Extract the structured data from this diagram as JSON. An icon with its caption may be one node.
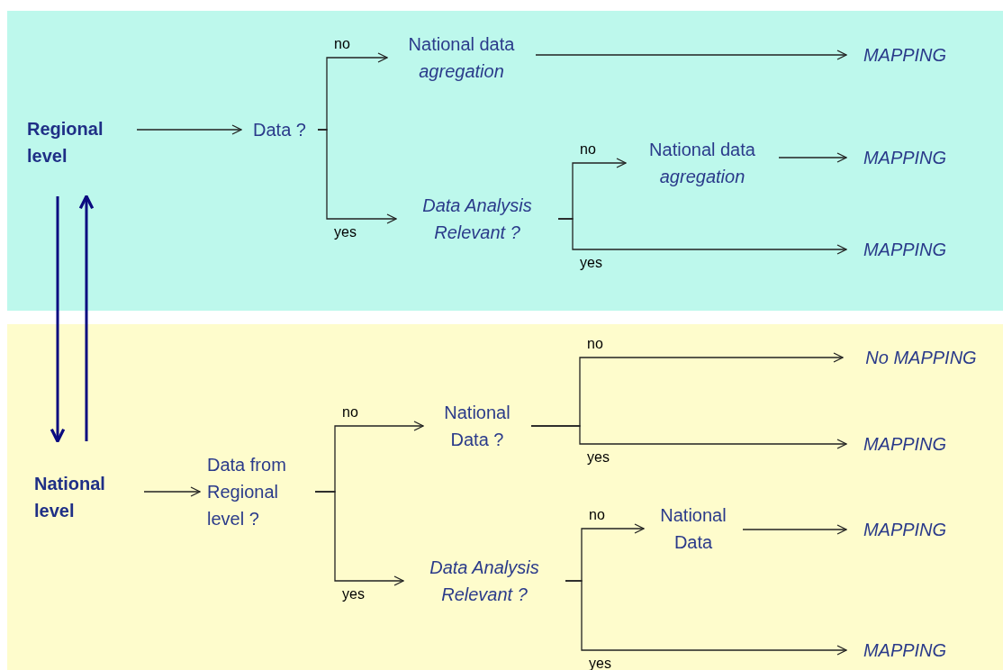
{
  "diagram": {
    "nodes": [
      {
        "text": [],
        "shape": "band"
      },
      {
        "text": [],
        "shape": "band"
      },
      {
        "text": [
          "Regional level"
        ],
        "in": 0
      },
      {
        "text": [
          "Data ?"
        ],
        "in": 0
      },
      {
        "text": [
          "National data *agregation*"
        ],
        "in": 0
      },
      {
        "text": [
          "Data Analysis Relevant ?"
        ],
        "in": 0
      },
      {
        "text": [
          "MAPPING"
        ],
        "in": 0
      },
      {
        "text": [
          "National data *agregation*"
        ],
        "in": 0
      },
      {
        "text": [
          "MAPPING"
        ],
        "in": 0
      },
      {
        "text": [
          "MAPPING"
        ],
        "in": 0
      },
      {
        "text": [
          "National level"
        ],
        "in": 1
      },
      {
        "text": [
          "Data from Regional level ?"
        ],
        "in": 1
      },
      {
        "text": [
          "National Data ?"
        ],
        "in": 1
      },
      {
        "text": [
          "Data Analysis Relevant ?"
        ],
        "in": 1
      },
      {
        "text": [
          "No MAPPING"
        ],
        "in": 1
      },
      {
        "text": [
          "MAPPING"
        ],
        "in": 1
      },
      {
        "text": [
          "National Data"
        ],
        "in": 1
      },
      {
        "text": [
          "MAPPING"
        ],
        "in": 1
      },
      {
        "text": [
          "MAPPING"
        ],
        "in": 1
      }
    ],
    "edges": [
      {
        "from": 2,
        "to": 3,
        "arrow": "to"
      },
      {
        "from": 3,
        "to": 4,
        "arrow": "to",
        "label": "no"
      },
      {
        "from": 3,
        "to": 5,
        "arrow": "to",
        "label": "yes"
      },
      {
        "from": 4,
        "to": 6,
        "arrow": "to"
      },
      {
        "from": 5,
        "to": 7,
        "arrow": "to",
        "label": "no"
      },
      {
        "from": 5,
        "to": 9,
        "arrow": "to",
        "label": "yes"
      },
      {
        "from": 7,
        "to": 8,
        "arrow": "to"
      },
      {
        "from": 2,
        "to": 10,
        "arrow": "to",
        "style": "thick",
        "color": "#0b0b80"
      },
      {
        "from": 10,
        "to": 2,
        "arrow": "to",
        "style": "thick",
        "color": "#0b0b80"
      },
      {
        "from": 10,
        "to": 11,
        "arrow": "to"
      },
      {
        "from": 11,
        "to": 12,
        "arrow": "to",
        "label": "no"
      },
      {
        "from": 11,
        "to": 13,
        "arrow": "to",
        "label": "yes"
      },
      {
        "from": 12,
        "to": 14,
        "arrow": "to",
        "label": "no"
      },
      {
        "from": 12,
        "to": 15,
        "arrow": "to",
        "label": "yes"
      },
      {
        "from": 13,
        "to": 16,
        "arrow": "to",
        "label": "no"
      },
      {
        "from": 13,
        "to": 18,
        "arrow": "to",
        "label": "yes"
      },
      {
        "from": 16,
        "to": 17,
        "arrow": "to"
      }
    ]
  }
}
